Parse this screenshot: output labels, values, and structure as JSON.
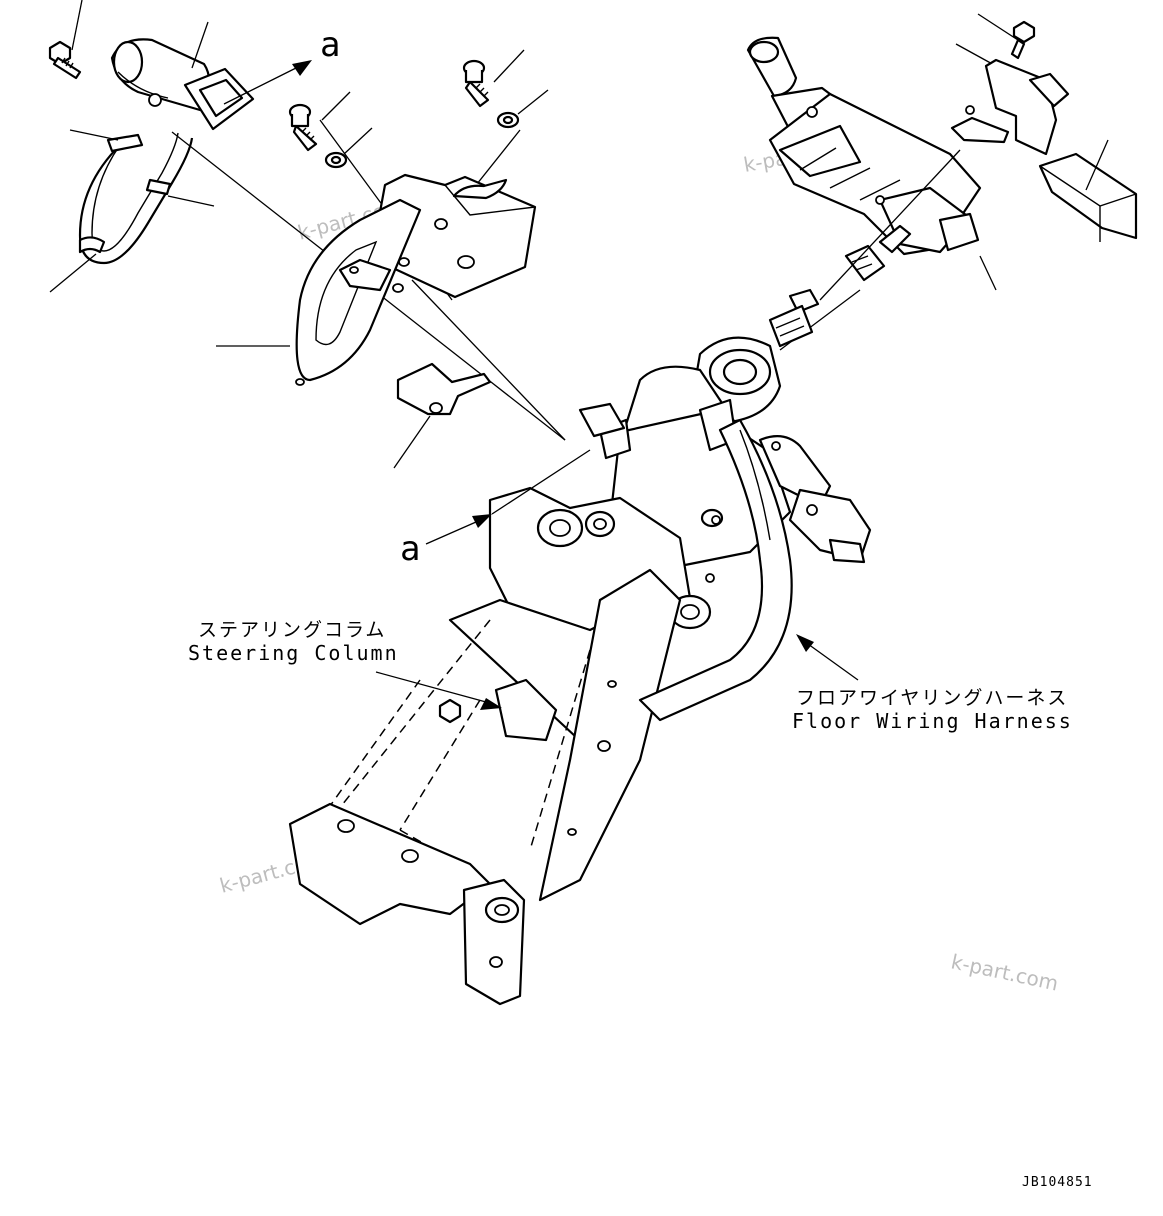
{
  "drawing_code": "JB104851",
  "callouts": {
    "a_top": "a",
    "a_mid": "a"
  },
  "labels": {
    "steering_column_jp": "ステアリングコラム",
    "steering_column_en": "Steering Column",
    "floor_harness_jp": "フロアワイヤリングハーネス",
    "floor_harness_en": "Floor Wiring Harness"
  },
  "watermarks": [
    "k-part.com",
    "k-part.com",
    "k-part.com",
    "k-part.com"
  ]
}
